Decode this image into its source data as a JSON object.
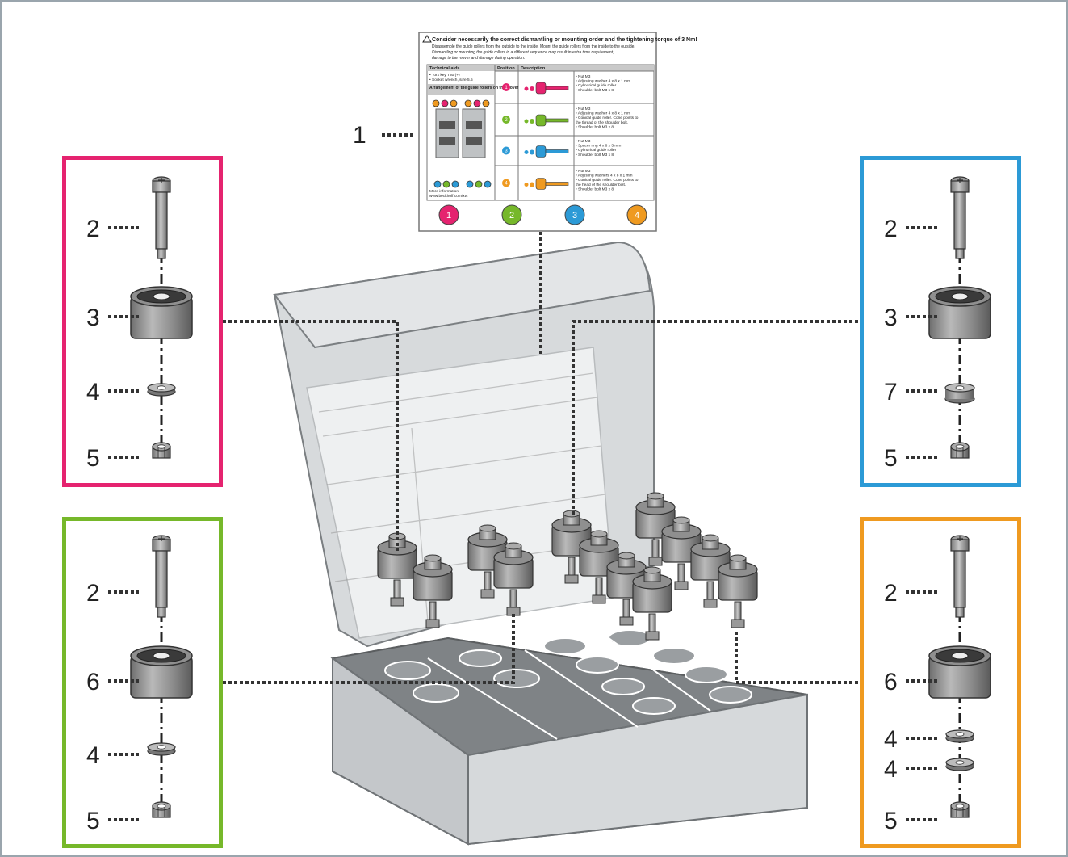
{
  "callout_numbers": {
    "one": "1",
    "two": "2",
    "three": "3",
    "four": "4",
    "five": "5",
    "six": "6",
    "seven": "7"
  },
  "panels": {
    "magenta": {
      "color": "#e5236f",
      "labels": [
        "2",
        "3",
        "4",
        "5"
      ]
    },
    "blue": {
      "color": "#2c9ad6",
      "labels": [
        "2",
        "3",
        "7",
        "5"
      ]
    },
    "green": {
      "color": "#76b82a",
      "labels": [
        "2",
        "6",
        "4",
        "5"
      ]
    },
    "orange": {
      "color": "#ef9a20",
      "labels": [
        "2",
        "6",
        "4",
        "4",
        "5"
      ]
    }
  },
  "info_sheet": {
    "warning": "Consider necessarily the correct dismantling or mounting order and the tightening torque of 3 Nm!",
    "warning_line2": "Disassemble the guide rollers from the outside to the inside. Mount the guide rollers from the inside to the outside.",
    "warning_line3": "Dismantling or mounting the guide rollers in a different sequence may result in extra time requirement,",
    "warning_line4": "damage to the mover and damage during operation.",
    "col_tech": "Technical aids",
    "col_position": "Position",
    "col_description": "Description",
    "tech_items": [
      "• Torx key T30 (+)",
      "• Socket wrench, size 5.5"
    ],
    "arrangement_title": "Arrangement of the guide rollers on the mover",
    "more_info": "More information:",
    "url": "www.beckhoff.com/xts",
    "rows": [
      {
        "pos": "1",
        "color": "#e5236f",
        "desc": [
          "• Nut M3",
          "• Adjusting washer 4 x 8 x 1 mm",
          "• Cylindrical guide roller",
          "• Shoulder bolt M3 x 8"
        ]
      },
      {
        "pos": "2",
        "color": "#76b82a",
        "desc": [
          "• Nut M3",
          "• Adjusting washer 4 x 8 x 1 mm",
          "• Conical guide roller. Cone points to",
          "  the thread of the shoulder bolt.",
          "• Shoulder bolt M3 x 8"
        ]
      },
      {
        "pos": "3",
        "color": "#2c9ad6",
        "desc": [
          "• Nut M3",
          "• Spacer ring 4 x 8 x 3 mm",
          "• Cylindrical guide roller",
          "• Shoulder bolt M3 x 8"
        ]
      },
      {
        "pos": "4",
        "color": "#ef9a20",
        "desc": [
          "• Nut M3",
          "• Adjusting washers 4 x 8 x 1 mm",
          "• Conical guide roller. Cone points to",
          "  the head of the shoulder bolt.",
          "• Shoulder bolt M3 x 8"
        ]
      }
    ],
    "bottom_badges": [
      "1",
      "2",
      "3",
      "4"
    ]
  },
  "colors": {
    "magenta": "#e5236f",
    "blue": "#2c9ad6",
    "green": "#76b82a",
    "orange": "#ef9a20",
    "frame": "#9aa5ad"
  }
}
